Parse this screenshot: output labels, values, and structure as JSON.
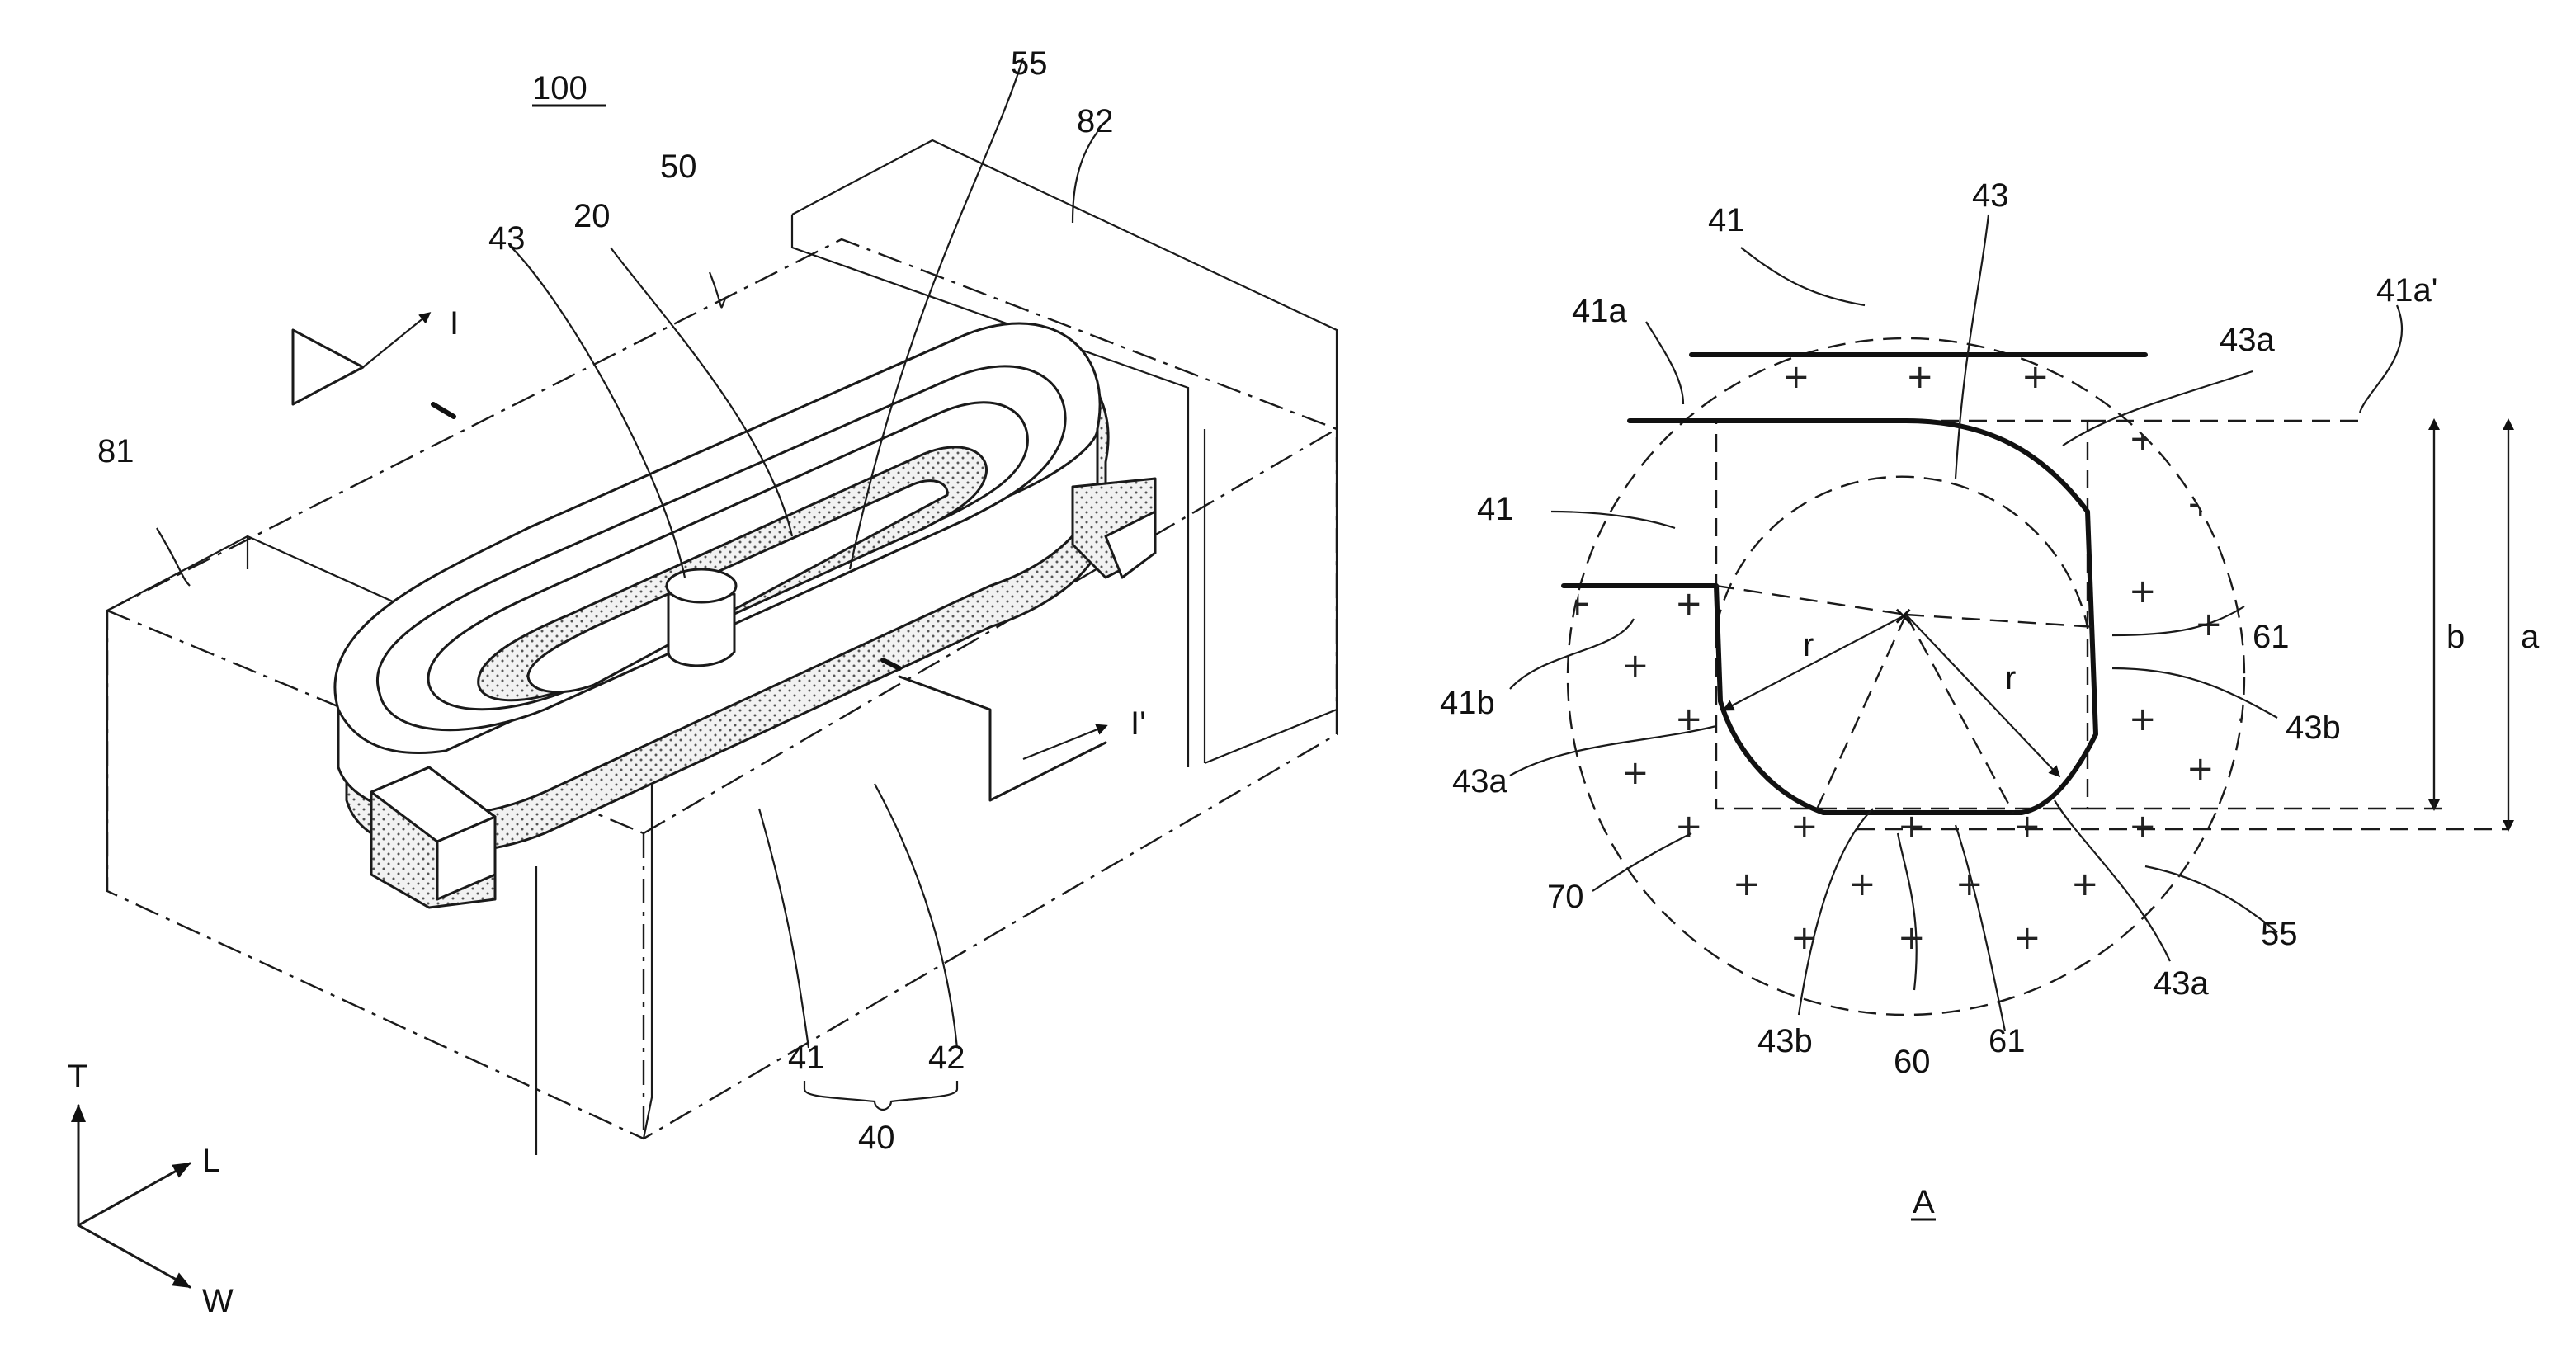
{
  "figure_left": {
    "ref_main": "100",
    "labels": {
      "coil_lead_43": "43",
      "support_20": "20",
      "body_50": "50",
      "via_55": "55",
      "electrode_82": "82",
      "electrode_81": "81",
      "coil_41": "41",
      "coil_42": "42",
      "coil_group_40": "40",
      "section_I": "I",
      "section_I_prime": "I'"
    },
    "axes": {
      "t": "T",
      "l": "L",
      "w": "W"
    }
  },
  "figure_right": {
    "caption": "A",
    "labels": {
      "top_41": "41",
      "top_43": "43",
      "l41a": "41a",
      "l43a_top": "43a",
      "l41a_prime": "41a'",
      "l41_mid": "41",
      "l41b": "41b",
      "l43a_left": "43a",
      "l70": "70",
      "l43b_bottom": "43b",
      "l60": "60",
      "l61_bottom": "61",
      "l43a_bottom": "43a",
      "l55": "55",
      "l61_right": "61",
      "l43b_right": "43b",
      "dim_b": "b",
      "dim_a": "a",
      "radius_left": "r",
      "radius_right": "r"
    }
  }
}
